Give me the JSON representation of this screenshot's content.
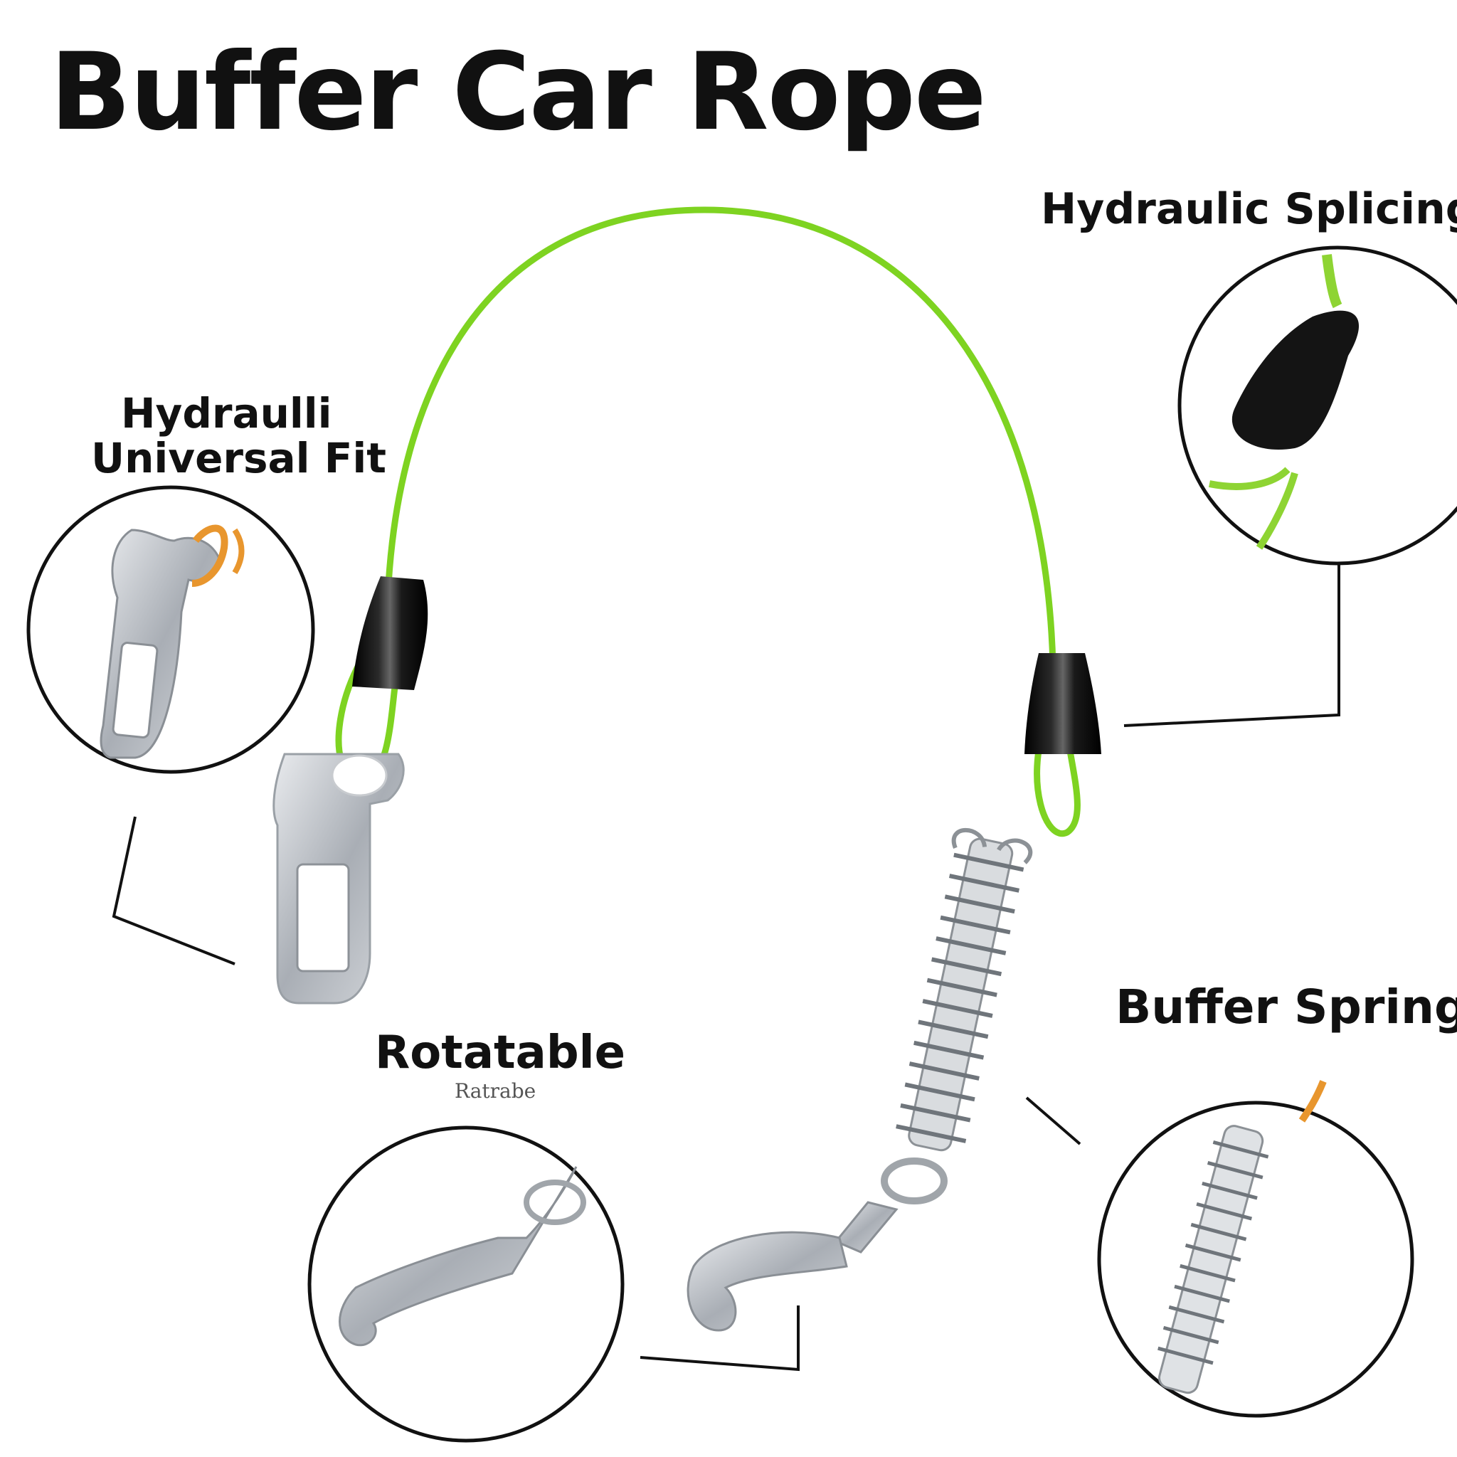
{
  "title": "Buffer Car Rope",
  "callouts": {
    "hydraulic_splicing": {
      "label": "Hydraulic Splicing"
    },
    "universal_fit": {
      "line1": "Hydraulli",
      "line2": "Universal Fit"
    },
    "buffer_spring": {
      "label": "Buffer Spring"
    },
    "rotatable": {
      "label": "Rotatable",
      "sublabel": "Ratrabe"
    }
  },
  "colors": {
    "rope": "#7ED321",
    "connector": "#151515",
    "metal": "#B8BCC2",
    "leader_line": "#111111",
    "orange_cord": "#E8962E"
  }
}
